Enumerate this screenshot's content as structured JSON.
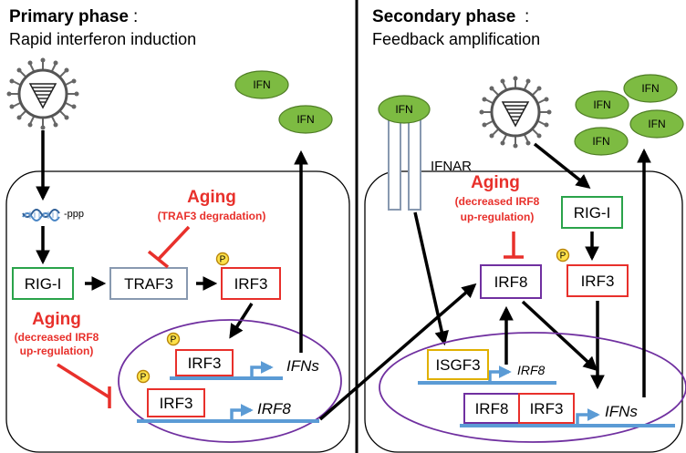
{
  "primary": {
    "title": "Primary phase",
    "colon": ":",
    "subtitle": "Rapid interferon induction",
    "rna_label": "-ppp",
    "rigi": "RIG-I",
    "traf3": "TRAF3",
    "irf3": "IRF3",
    "irf3_nuc1": "IRF3",
    "irf3_nuc2": "IRF3",
    "gene_ifns": "IFNs",
    "gene_irf8": "IRF8",
    "ifn1": "IFN",
    "ifn2": "IFN",
    "aging1_title": "Aging",
    "aging1_sub": "(TRAF3 degradation)",
    "aging2_title": "Aging",
    "aging2_sub1": "(decreased IRF8",
    "aging2_sub2": "up-regulation)",
    "phospho": "P"
  },
  "secondary": {
    "title": "Secondary phase",
    "colon": ":",
    "subtitle": "Feedback amplification",
    "ifnar": "IFNAR",
    "ifn_receptor": "IFN",
    "ifn_a": "IFN",
    "ifn_b": "IFN",
    "ifn_c": "IFN",
    "ifn_d": "IFN",
    "rigi": "RIG-I",
    "irf3": "IRF3",
    "irf8": "IRF8",
    "isgf3": "ISGF3",
    "gene_irf8": "IRF8",
    "complex_irf8": "IRF8",
    "complex_irf3": "IRF3",
    "gene_ifns": "IFNs",
    "aging_title": "Aging",
    "aging_sub1": "(decreased IRF8",
    "aging_sub2": "up-regulation)",
    "phospho": "P"
  },
  "colors": {
    "aging_red": "#e8302b",
    "ifn_green": "#7dbb42",
    "rigi_green": "#2aa34a",
    "irf_red": "#e8302b",
    "traf3_gray": "#8899b0",
    "irf8_purple": "#7030a0",
    "isgf3_gold": "#e0b000",
    "dna_blue": "#5b9bd5",
    "nucleus_purple": "#7030a0"
  }
}
